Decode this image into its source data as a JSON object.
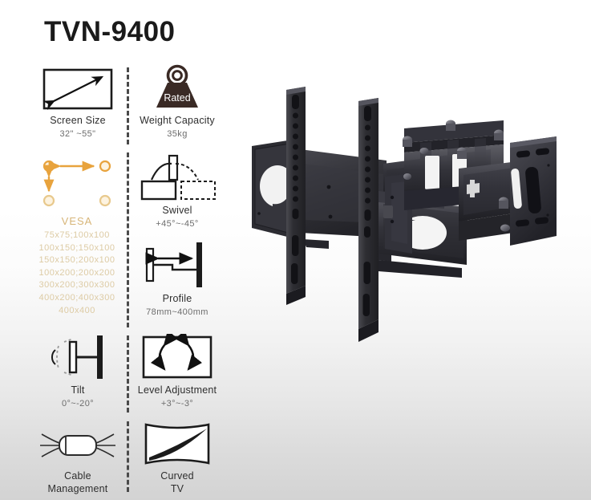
{
  "product": {
    "title": "TVN-9400"
  },
  "specs": {
    "screen_size": {
      "icon": "screen-size-icon",
      "label": "Screen Size",
      "value": "32\" ~55\""
    },
    "weight_capacity": {
      "icon": "weight-icon",
      "icon_text": "Rated",
      "label": "Weight Capacity",
      "value": "35kg"
    },
    "vesa": {
      "icon": "vesa-pattern-icon",
      "label": "VESA",
      "lines": [
        "75x75;100x100",
        "100x150;150x100",
        "150x150;200x100",
        "100x200;200x200",
        "300x200;300x300",
        "400x200;400x300",
        "400x400"
      ]
    },
    "swivel": {
      "icon": "swivel-icon",
      "label": "Swivel",
      "value": "+45°~-45°"
    },
    "profile": {
      "icon": "profile-icon",
      "label": "Profile",
      "value": "78mm~400mm"
    },
    "tilt": {
      "icon": "tilt-icon",
      "label": "Tilt",
      "value": "0°~-20°"
    },
    "level_adjustment": {
      "icon": "level-adjustment-icon",
      "label": "Level Adjustment",
      "value": "+3°~-3°"
    },
    "cable_management": {
      "icon": "cable-management-icon",
      "label_line1": "Cable",
      "label_line2": "Management",
      "value": ""
    },
    "curved_tv": {
      "icon": "curved-tv-icon",
      "label_line1": "Curved",
      "label_line2": "TV",
      "value": ""
    }
  },
  "product_image": {
    "name": "tv-wall-mount-bracket-photo",
    "description": "Full-motion articulating TV wall mount bracket"
  },
  "colors": {
    "title": "#1a1a1a",
    "label": "#2e2e2e",
    "value": "#6d6d6d",
    "vesa_label": "#d7b578",
    "vesa_text": "#ddcba4",
    "vesa_accent": "#E8A33D",
    "weight_icon": "#3a2a25",
    "divider": "#4a4a4a",
    "bracket_dark": "#2b2b2e",
    "bracket_mid": "#3c3c40",
    "bracket_light": "#585860"
  }
}
